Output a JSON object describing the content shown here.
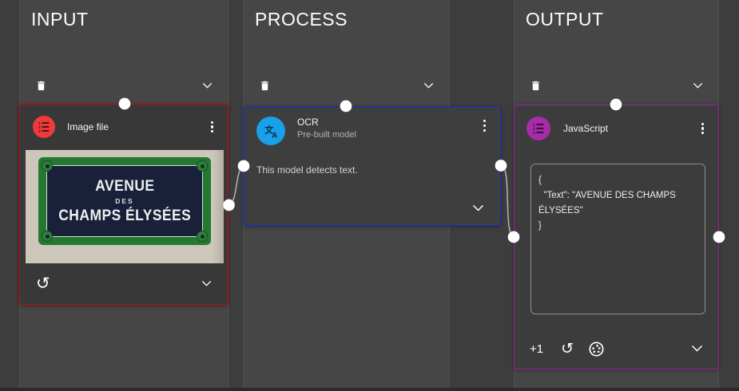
{
  "columns": {
    "input": {
      "title": "INPUT"
    },
    "process": {
      "title": "PROCESS"
    },
    "output": {
      "title": "OUTPUT"
    }
  },
  "cards": {
    "input": {
      "title": "Image file",
      "sign_line1": "AVENUE",
      "sign_line2": "DES",
      "sign_line3": "CHAMPS ÉLYSÉES"
    },
    "process": {
      "title": "OCR",
      "subtitle": "Pre-built model",
      "description": "This model detects text."
    },
    "output": {
      "title": "JavaScript",
      "code_line1": "{",
      "code_line2": "  \"Text\": \"AVENUE DES CHAMPS",
      "code_line3": "ÉLYSÉES\"",
      "code_line4": "}",
      "more_badge": "+1"
    }
  },
  "colors": {
    "input_accent": "#df0000",
    "input_icon": "#ee3a3a",
    "process_accent": "#0d2af0",
    "process_icon": "#18a0e8",
    "output_accent": "#9c1fa0",
    "output_icon": "#a82ba8",
    "wire": "#c9c9c9",
    "port": "#ffffff"
  }
}
